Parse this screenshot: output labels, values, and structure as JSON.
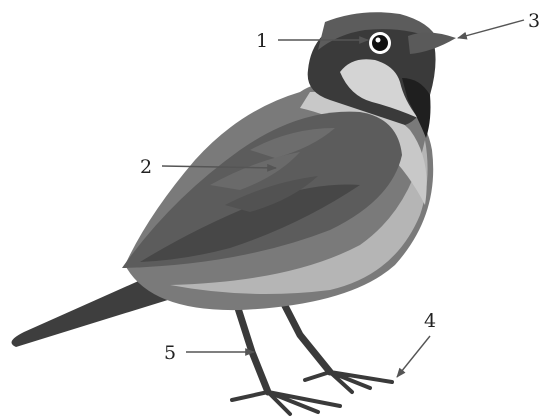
{
  "diagram": {
    "labels": [
      {
        "id": "1",
        "text": "1"
      },
      {
        "id": "2",
        "text": "2"
      },
      {
        "id": "3",
        "text": "3"
      },
      {
        "id": "4",
        "text": "4"
      },
      {
        "id": "5",
        "text": "5"
      }
    ]
  },
  "colors": {
    "plumage_dark": "#3a3a3a",
    "plumage_mid": "#5e5e5e",
    "plumage_light": "#9c9c9c",
    "belly": "#b8b8b8",
    "cheek": "#d6d6d6",
    "leader_line": "#555555"
  }
}
